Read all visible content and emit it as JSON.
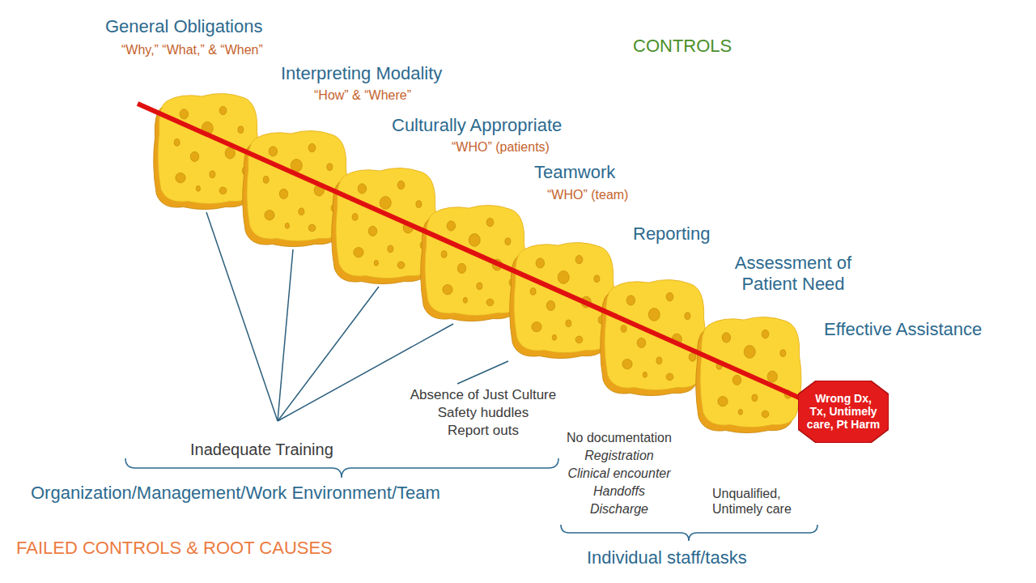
{
  "diagram": {
    "nodes": [
      {
        "text": [
          "Wrong Dx, Tx, Untimely care, Pt Harm"
        ]
      }
    ],
    "labels": [
      "General Obligations",
      "“Why,” “What,” & “When”",
      "CONTROLS",
      "Interpreting Modality",
      "“How” & “Where”",
      "Culturally Appropriate",
      "“WHO” (patients)",
      "Teamwork",
      "“WHO” (team)",
      "Reporting",
      "Assessment of Patient Need",
      "Effective Assistance",
      "Absence of Just Culture",
      "Safety huddles",
      "Report outs",
      "Inadequate Training",
      "No documentation",
      "Registration",
      "Clinical encounter",
      "Handoffs",
      "Discharge",
      "Unqualified, Untimely care",
      "Organization/Management/Work Environment/Team",
      "Individual staff/tasks",
      "FAILED CONTROLS & ROOT CAUSES"
    ]
  }
}
